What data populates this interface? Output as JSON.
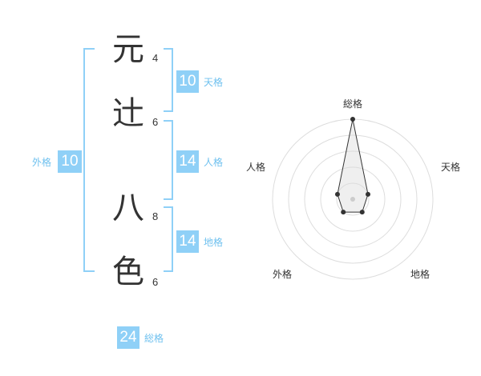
{
  "name": {
    "chars": [
      {
        "char": "元",
        "strokes": "4"
      },
      {
        "char": "辻",
        "strokes": "6"
      },
      {
        "char": "八",
        "strokes": "8"
      },
      {
        "char": "色",
        "strokes": "6"
      }
    ]
  },
  "fortunes": {
    "tenkaku": {
      "value": "10",
      "label": "天格"
    },
    "jinkaku": {
      "value": "14",
      "label": "人格"
    },
    "chikaku": {
      "value": "14",
      "label": "地格"
    },
    "gaikaku": {
      "value": "10",
      "label": "外格"
    },
    "soukaku": {
      "value": "24",
      "label": "総格"
    }
  },
  "colors": {
    "accent": "#8fd0f7",
    "label": "#6fc1ef",
    "text": "#333333"
  },
  "chart_data": {
    "type": "radar",
    "axes": [
      "総格",
      "天格",
      "地格",
      "外格",
      "人格"
    ],
    "values": [
      5,
      1,
      1,
      1,
      1
    ],
    "range": [
      0,
      5
    ],
    "rings": 5
  }
}
